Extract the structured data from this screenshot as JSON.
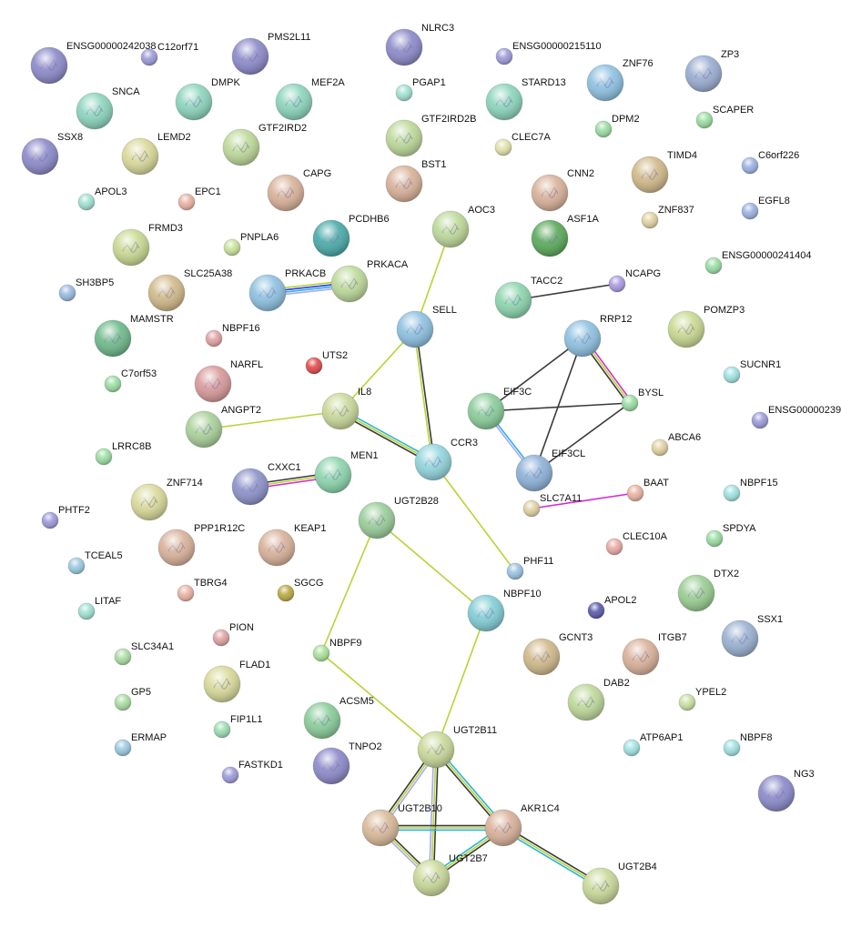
{
  "colors": {
    "coexpression_black": "#3a3a3a",
    "textmining": "#b7d433",
    "database": "#2ab4dc",
    "experiments": "#d42ad4",
    "blue": "#2f3ae8",
    "purple": "#a8a8ff"
  },
  "nodes": [
    {
      "id": "ENSG00000242038",
      "color": "#8a88c8",
      "structure": true
    },
    {
      "id": "C12orf71",
      "color": "#9b98d8",
      "structure": false
    },
    {
      "id": "PMS2L11",
      "color": "#8a88c8",
      "structure": true
    },
    {
      "id": "NLRC3",
      "color": "#8a88c8",
      "structure": true
    },
    {
      "id": "ENSG00000215110",
      "color": "#9b98d8",
      "structure": false
    },
    {
      "id": "ZNF76",
      "color": "#8cc0e0",
      "structure": true
    },
    {
      "id": "ZP3",
      "color": "#98acd0",
      "structure": true
    },
    {
      "id": "SNCA",
      "color": "#8ad4bc",
      "structure": true
    },
    {
      "id": "DMPK",
      "color": "#8ad4bc",
      "structure": true
    },
    {
      "id": "MEF2A",
      "color": "#8ad4bc",
      "structure": true
    },
    {
      "id": "PGAP1",
      "color": "#9ee0d0",
      "structure": false
    },
    {
      "id": "STARD13",
      "color": "#8ad4bc",
      "structure": true
    },
    {
      "id": "DPM2",
      "color": "#98dca0",
      "structure": false
    },
    {
      "id": "SCAPER",
      "color": "#98dca0",
      "structure": false
    },
    {
      "id": "SSX8",
      "color": "#8a88c8",
      "structure": true
    },
    {
      "id": "LEMD2",
      "color": "#d8d898",
      "structure": true
    },
    {
      "id": "GTF2IRD2",
      "color": "#bcd898",
      "structure": true
    },
    {
      "id": "GTF2IRD2B",
      "color": "#bcd898",
      "structure": true
    },
    {
      "id": "CLEC7A",
      "color": "#e0e0a8",
      "structure": false
    },
    {
      "id": "TIMD4",
      "color": "#d0b888",
      "structure": true
    },
    {
      "id": "C6orf226",
      "color": "#98b0e0",
      "structure": false
    },
    {
      "id": "APOL3",
      "color": "#9ee0d0",
      "structure": false
    },
    {
      "id": "EPC1",
      "color": "#e8b0a0",
      "structure": false
    },
    {
      "id": "CAPG",
      "color": "#d8b098",
      "structure": true
    },
    {
      "id": "BST1",
      "color": "#d8b098",
      "structure": true
    },
    {
      "id": "CNN2",
      "color": "#d8b098",
      "structure": true
    },
    {
      "id": "EGFL8",
      "color": "#98b0e0",
      "structure": false
    },
    {
      "id": "FRMD3",
      "color": "#c8d890",
      "structure": true
    },
    {
      "id": "PNPLA6",
      "color": "#c8e098",
      "structure": false
    },
    {
      "id": "PCDHB6",
      "color": "#48a8a8",
      "structure": true
    },
    {
      "id": "AOC3",
      "color": "#bcd898",
      "structure": true
    },
    {
      "id": "ASF1A",
      "color": "#58a858",
      "structure": true
    },
    {
      "id": "ZNF837",
      "color": "#e0d0a0",
      "structure": false
    },
    {
      "id": "ENSG00000241404",
      "color": "#98dca0",
      "structure": false
    },
    {
      "id": "SH3BP5",
      "color": "#98b8e0",
      "structure": false
    },
    {
      "id": "SLC25A38",
      "color": "#d0b888",
      "structure": true
    },
    {
      "id": "PRKACB",
      "color": "#8cc0e0",
      "structure": true
    },
    {
      "id": "PRKACA",
      "color": "#bcd898",
      "structure": true
    },
    {
      "id": "TACC2",
      "color": "#8ad4ac",
      "structure": true
    },
    {
      "id": "NCAPG",
      "color": "#a898e0",
      "structure": false
    },
    {
      "id": "MAMSTR",
      "color": "#6cb888",
      "structure": true
    },
    {
      "id": "NBPF16",
      "color": "#e0a0a0",
      "structure": false
    },
    {
      "id": "SELL",
      "color": "#8cc0e0",
      "structure": true
    },
    {
      "id": "UTS2",
      "color": "#e04848",
      "structure": false
    },
    {
      "id": "RRP12",
      "color": "#8cc0e0",
      "structure": true
    },
    {
      "id": "POMZP3",
      "color": "#c8d890",
      "structure": true
    },
    {
      "id": "C7orf53",
      "color": "#98dca0",
      "structure": false
    },
    {
      "id": "NARFL",
      "color": "#d89898",
      "structure": true
    },
    {
      "id": "SUCNR1",
      "color": "#9ee0e0",
      "structure": false
    },
    {
      "id": "IL8",
      "color": "#c8d898",
      "structure": true
    },
    {
      "id": "EIF3C",
      "color": "#88cc98",
      "structure": true
    },
    {
      "id": "BYSL",
      "color": "#98dca0",
      "structure": false
    },
    {
      "id": "ANGPT2",
      "color": "#a8d098",
      "structure": true
    },
    {
      "id": "ENSG00000239",
      "color": "#9b98d8",
      "structure": false
    },
    {
      "id": "LRRC8B",
      "color": "#98dca0",
      "structure": false
    },
    {
      "id": "ABCA6",
      "color": "#e0d0a0",
      "structure": false
    },
    {
      "id": "CCR3",
      "color": "#90d4dc",
      "structure": true
    },
    {
      "id": "EIF3CL",
      "color": "#8cb0d8",
      "structure": true
    },
    {
      "id": "CXXC1",
      "color": "#8a90c8",
      "structure": true
    },
    {
      "id": "MEN1",
      "color": "#8ad4ac",
      "structure": true
    },
    {
      "id": "NBPF15",
      "color": "#9ee0e0",
      "structure": false
    },
    {
      "id": "BAAT",
      "color": "#e8b0a0",
      "structure": false
    },
    {
      "id": "SLC7A11",
      "color": "#e0d0a0",
      "structure": false
    },
    {
      "id": "ZNF714",
      "color": "#d8d898",
      "structure": true
    },
    {
      "id": "PHTF2",
      "color": "#9b98d8",
      "structure": false
    },
    {
      "id": "UGT2B28",
      "color": "#98cc98",
      "structure": true
    },
    {
      "id": "PPP1R12C",
      "color": "#d8b098",
      "structure": true
    },
    {
      "id": "KEAP1",
      "color": "#d8b098",
      "structure": true
    },
    {
      "id": "CLEC10A",
      "color": "#e8a8a0",
      "structure": false
    },
    {
      "id": "SPDYA",
      "color": "#98dca0",
      "structure": false
    },
    {
      "id": "TCEAL5",
      "color": "#98c8e0",
      "structure": false
    },
    {
      "id": "TBRG4",
      "color": "#e8b0a0",
      "structure": false
    },
    {
      "id": "SGCG",
      "color": "#b8a840",
      "structure": false
    },
    {
      "id": "PHF11",
      "color": "#98c0e0",
      "structure": false
    },
    {
      "id": "NBPF10",
      "color": "#80ccd4",
      "structure": true
    },
    {
      "id": "APOL2",
      "color": "#5858a8",
      "structure": false
    },
    {
      "id": "DTX2",
      "color": "#98cc90",
      "structure": true
    },
    {
      "id": "LITAF",
      "color": "#9ee0d0",
      "structure": false
    },
    {
      "id": "PION",
      "color": "#e0a0a0",
      "structure": false
    },
    {
      "id": "SSX1",
      "color": "#98b0d0",
      "structure": true
    },
    {
      "id": "NBPF9",
      "color": "#a8e098",
      "structure": false
    },
    {
      "id": "SLC34A1",
      "color": "#a8dca0",
      "structure": false
    },
    {
      "id": "GCNT3",
      "color": "#d0b888",
      "structure": true
    },
    {
      "id": "ITGB7",
      "color": "#d8b098",
      "structure": true
    },
    {
      "id": "FLAD1",
      "color": "#d8d898",
      "structure": true
    },
    {
      "id": "DAB2",
      "color": "#bcd898",
      "structure": true
    },
    {
      "id": "GP5",
      "color": "#a8dca0",
      "structure": false
    },
    {
      "id": "YPEL2",
      "color": "#c8e0a0",
      "structure": false
    },
    {
      "id": "ACSM5",
      "color": "#88cc98",
      "structure": true
    },
    {
      "id": "FIP1L1",
      "color": "#98dcb0",
      "structure": false
    },
    {
      "id": "ERMAP",
      "color": "#98c8e0",
      "structure": false
    },
    {
      "id": "UGT2B11",
      "color": "#c8d898",
      "structure": true
    },
    {
      "id": "ATP6AP1",
      "color": "#9ee0e0",
      "structure": false
    },
    {
      "id": "NBPF8",
      "color": "#9ee0e0",
      "structure": false
    },
    {
      "id": "TNPO2",
      "color": "#8a88c8",
      "structure": true
    },
    {
      "id": "FASTKD1",
      "color": "#9b98d8",
      "structure": false
    },
    {
      "id": "NG3",
      "color": "#8a88c8",
      "structure": true
    },
    {
      "id": "UGT2B10",
      "color": "#d8b898",
      "structure": true
    },
    {
      "id": "AKR1C4",
      "color": "#d8b098",
      "structure": true
    },
    {
      "id": "UGT2B7",
      "color": "#c8d898",
      "structure": true
    },
    {
      "id": "UGT2B4",
      "color": "#c8d898",
      "structure": true
    }
  ],
  "edges": [
    {
      "from": "PRKACB",
      "to": "PRKACA",
      "types": [
        "textmining",
        "blue",
        "database",
        "purple"
      ]
    },
    {
      "from": "AOC3",
      "to": "SELL",
      "types": [
        "textmining"
      ]
    },
    {
      "from": "SELL",
      "to": "IL8",
      "types": [
        "textmining"
      ]
    },
    {
      "from": "SELL",
      "to": "CCR3",
      "types": [
        "coexpression_black",
        "textmining"
      ]
    },
    {
      "from": "IL8",
      "to": "ANGPT2",
      "types": [
        "textmining"
      ]
    },
    {
      "from": "IL8",
      "to": "CCR3",
      "types": [
        "database",
        "textmining",
        "coexpression_black"
      ]
    },
    {
      "from": "CCR3",
      "to": "PHF11",
      "types": [
        "textmining"
      ]
    },
    {
      "from": "TACC2",
      "to": "NCAPG",
      "types": [
        "coexpression_black"
      ]
    },
    {
      "from": "RRP12",
      "to": "BYSL",
      "types": [
        "experiments",
        "textmining",
        "coexpression_black"
      ]
    },
    {
      "from": "RRP12",
      "to": "EIF3C",
      "types": [
        "coexpression_black"
      ]
    },
    {
      "from": "RRP12",
      "to": "EIF3CL",
      "types": [
        "coexpression_black"
      ]
    },
    {
      "from": "EIF3C",
      "to": "BYSL",
      "types": [
        "coexpression_black"
      ]
    },
    {
      "from": "EIF3CL",
      "to": "BYSL",
      "types": [
        "coexpression_black"
      ]
    },
    {
      "from": "EIF3C",
      "to": "EIF3CL",
      "types": [
        "database",
        "purple"
      ]
    },
    {
      "from": "CXXC1",
      "to": "MEN1",
      "types": [
        "coexpression_black",
        "textmining",
        "experiments"
      ]
    },
    {
      "from": "SLC7A11",
      "to": "BAAT",
      "types": [
        "experiments"
      ]
    },
    {
      "from": "UGT2B28",
      "to": "NBPF10",
      "types": [
        "textmining"
      ]
    },
    {
      "from": "UGT2B28",
      "to": "NBPF9",
      "types": [
        "textmining"
      ]
    },
    {
      "from": "NBPF9",
      "to": "UGT2B11",
      "types": [
        "textmining"
      ]
    },
    {
      "from": "NBPF10",
      "to": "UGT2B11",
      "types": [
        "textmining"
      ]
    },
    {
      "from": "UGT2B11",
      "to": "UGT2B10",
      "types": [
        "purple",
        "textmining",
        "coexpression_black"
      ]
    },
    {
      "from": "UGT2B11",
      "to": "UGT2B7",
      "types": [
        "coexpression_black",
        "textmining",
        "purple"
      ]
    },
    {
      "from": "UGT2B11",
      "to": "AKR1C4",
      "types": [
        "database",
        "textmining",
        "coexpression_black"
      ]
    },
    {
      "from": "UGT2B10",
      "to": "AKR1C4",
      "types": [
        "coexpression_black",
        "textmining",
        "database"
      ]
    },
    {
      "from": "UGT2B10",
      "to": "UGT2B7",
      "types": [
        "coexpression_black",
        "textmining",
        "purple"
      ]
    },
    {
      "from": "UGT2B7",
      "to": "AKR1C4",
      "types": [
        "database",
        "textmining",
        "coexpression_black"
      ]
    },
    {
      "from": "AKR1C4",
      "to": "UGT2B4",
      "types": [
        "coexpression_black",
        "textmining",
        "database"
      ]
    }
  ]
}
